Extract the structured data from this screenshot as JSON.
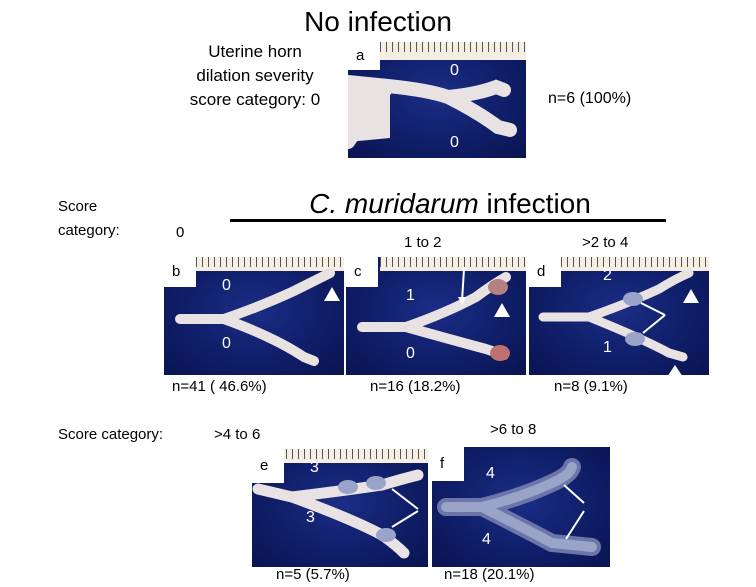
{
  "top": {
    "title": "No infection",
    "severity_label": "Uterine horn dilation severity score category: 0",
    "n_label": "n=6 (100%)"
  },
  "infection": {
    "title_italic": "C. muridarum",
    "title_rest": " infection",
    "score_label_line1": "Score",
    "score_label_line2": "category:",
    "col_categories": [
      "0",
      "1 to 2",
      ">2 to 4"
    ],
    "row3_label": "Score category:",
    "row3_categories": [
      ">4 to 6",
      ">6 to 8"
    ]
  },
  "panels": [
    {
      "letter": "a",
      "scores": [
        "0",
        "0"
      ],
      "n": "n=6 (100%)"
    },
    {
      "letter": "b",
      "scores": [
        "0",
        "0"
      ],
      "n": "n=41 ( 46.6%)"
    },
    {
      "letter": "c",
      "scores": [
        "1",
        "0"
      ],
      "n": "n=16 (18.2%)"
    },
    {
      "letter": "d",
      "scores": [
        "2",
        "1"
      ],
      "n": "n=8 (9.1%)"
    },
    {
      "letter": "e",
      "scores": [
        "3",
        "3"
      ],
      "n": "n=5 (5.7%)"
    },
    {
      "letter": "f",
      "scores": [
        "4",
        "4"
      ],
      "n": "n=18 (20.1%)"
    }
  ],
  "colors": {
    "panel_bg": "#0f1d66",
    "tissue": "#e9e2e3",
    "ruler": "#f4efe2"
  }
}
